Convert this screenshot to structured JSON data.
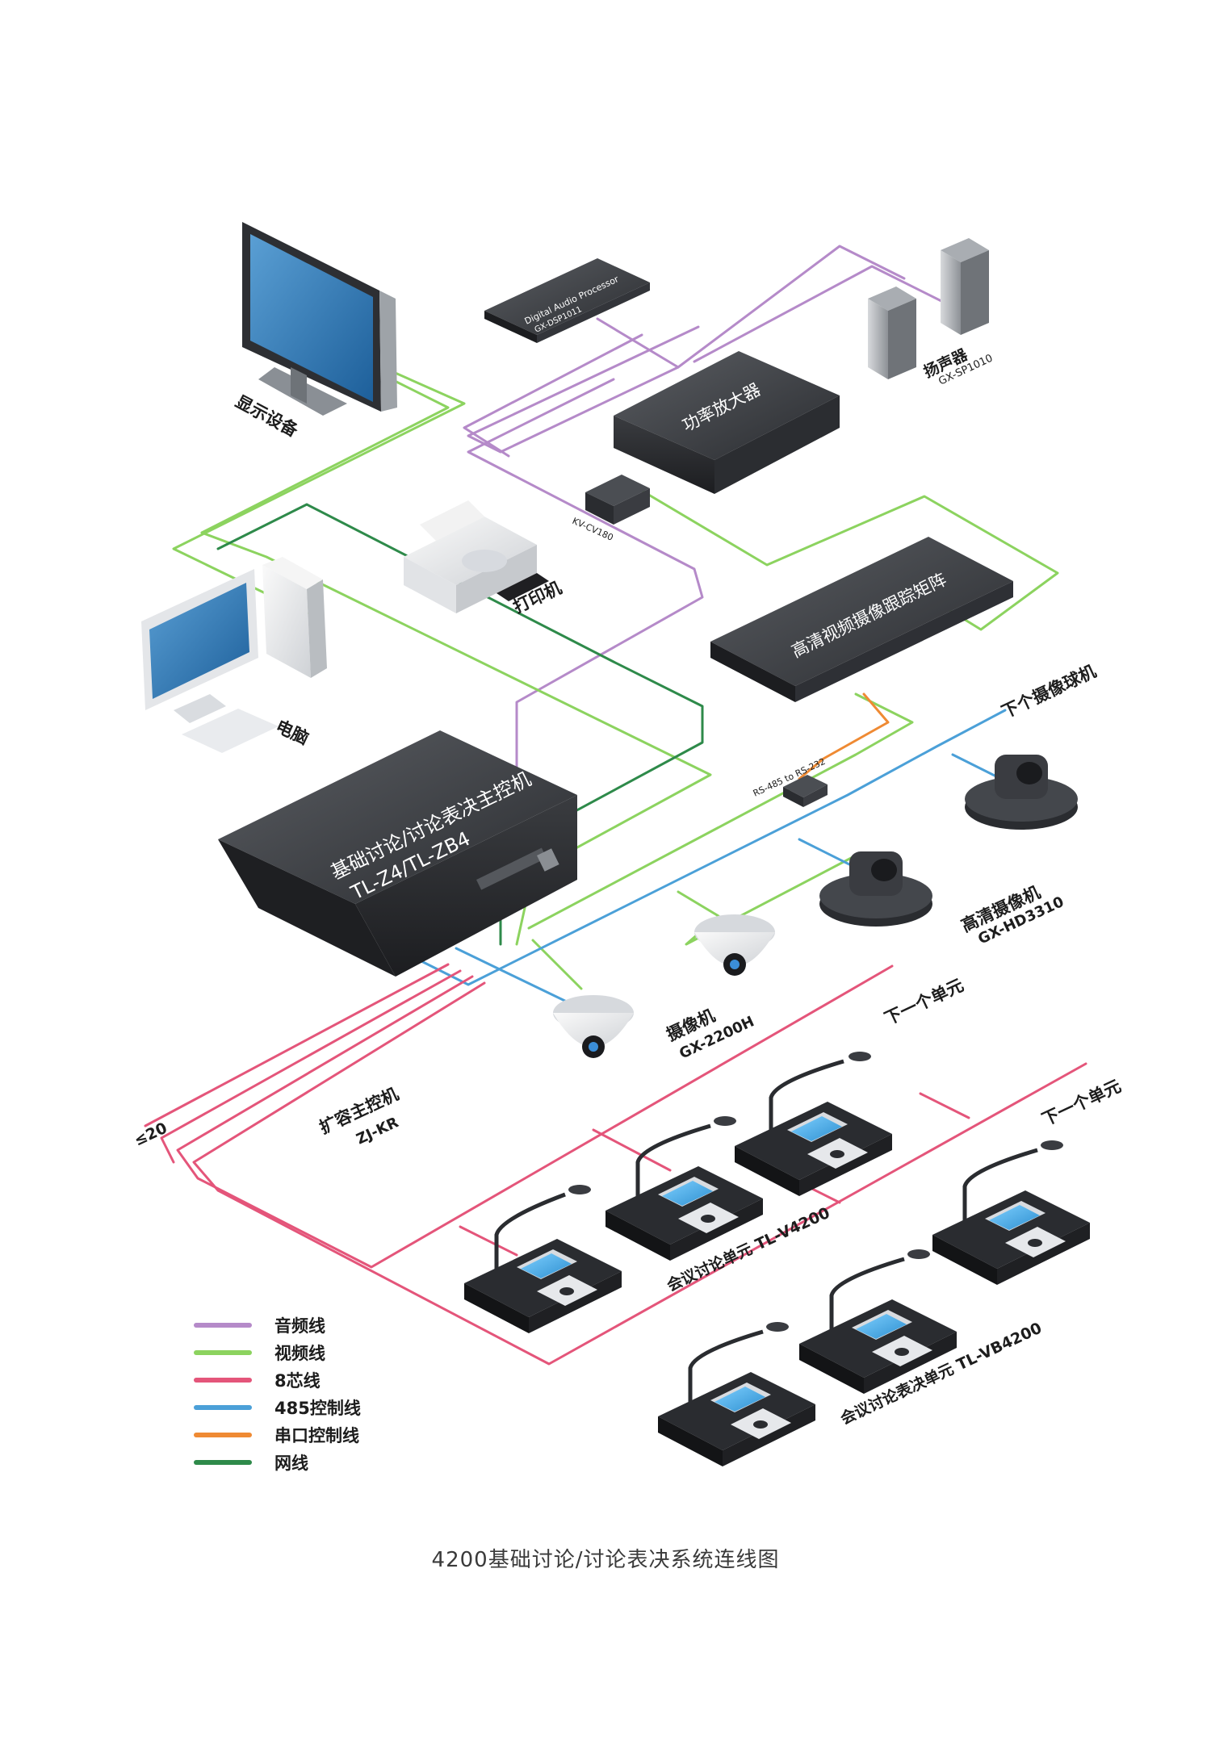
{
  "colors": {
    "audio": "#b58ac9",
    "video": "#8cd35f",
    "eight_core": "#e4557a",
    "rs485": "#4ba0d8",
    "serial": "#ef8a33",
    "network": "#2e8a4a"
  },
  "devices": {
    "display": "显示设备",
    "dsp_line1": "Digital Audio Processor",
    "dsp_line2": "GX-DSP1011",
    "amplifier": "功率放大器",
    "speaker_name": "扬声器",
    "speaker_model": "GX-SP1010",
    "converter": "KV-CV180",
    "printer": "打印机",
    "matrix": "高清视频摄像跟踪矩阵",
    "computer": "电脑",
    "next_ptz": "下个摄像球机",
    "rs485_rs232": "RS-485 to RS-232",
    "host_line1": "基础讨论/讨论表决主控机",
    "host_line2": "TL-Z4/TL-ZB4",
    "hd_camera_name": "高清摄像机",
    "hd_camera_model": "GX-HD3310",
    "dome_camera_name": "摄像机",
    "dome_camera_model": "GX-2200H",
    "next_unit_1": "下一个单元",
    "next_unit_2": "下一个单元",
    "ext_host_name": "扩容主控机",
    "ext_host_model": "ZJ-KR",
    "max_count": "≤20",
    "unit_v": "会议讨论单元  TL-V4200",
    "unit_vb": "会议讨论表决单元  TL-VB4200"
  },
  "legend": [
    {
      "label": "音频线",
      "color": "#b58ac9"
    },
    {
      "label": "视频线",
      "color": "#8cd35f"
    },
    {
      "label": "8芯线",
      "color": "#e4557a"
    },
    {
      "label": "485控制线",
      "color": "#4ba0d8"
    },
    {
      "label": "串口控制线",
      "color": "#ef8a33"
    },
    {
      "label": "网线",
      "color": "#2e8a4a"
    }
  ],
  "caption": "4200基础讨论/讨论表决系统连线图"
}
